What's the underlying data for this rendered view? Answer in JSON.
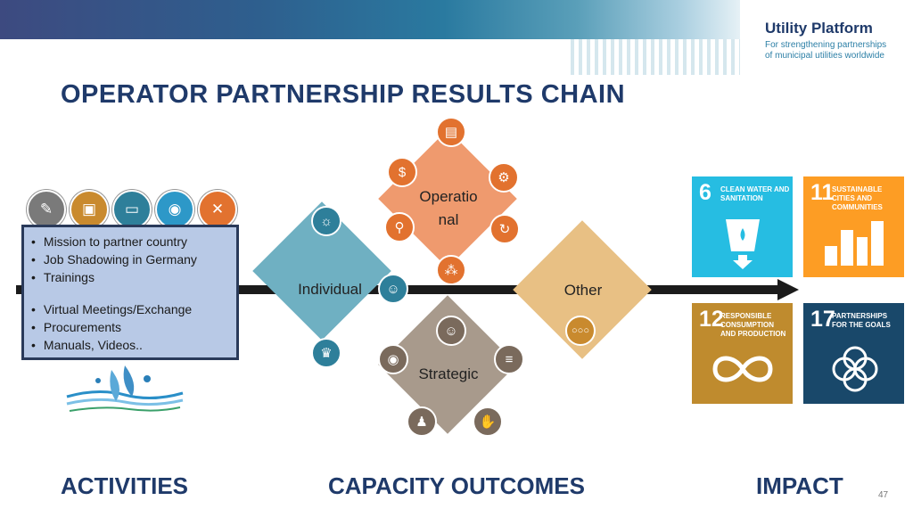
{
  "header": {
    "logo_title": "Utility Platform",
    "logo_sub1": "For strengthening partnerships",
    "logo_sub2": "of municipal utilities worldwide"
  },
  "title": "OPERATOR PARTNERSHIP RESULTS CHAIN",
  "activities": {
    "group1": [
      "Mission to partner country",
      "Job Shadowing in Germany",
      "Trainings"
    ],
    "group2": [
      "Virtual Meetings/Exchange",
      "Procurements",
      "Manuals, Videos.."
    ],
    "icons": [
      "document-icon",
      "briefcase-icon",
      "chat-icon",
      "eye-icon",
      "tools-icon"
    ]
  },
  "outcomes": {
    "individual": "Individual",
    "operational_line1": "Operatio",
    "operational_line2": "nal",
    "strategic": "Strategic",
    "other": "Other"
  },
  "impact": {
    "sdg6": {
      "num": "6",
      "label": "CLEAN WATER AND SANITATION"
    },
    "sdg11": {
      "num": "11",
      "label": "SUSTAINABLE CITIES AND COMMUNITIES"
    },
    "sdg12": {
      "num": "12",
      "label": "RESPONSIBLE CONSUMPTION AND PRODUCTION"
    },
    "sdg17": {
      "num": "17",
      "label": "PARTNERSHIPS FOR THE GOALS"
    }
  },
  "sections": {
    "activities": "ACTIVITIES",
    "capacity": "CAPACITY OUTCOMES",
    "impact": "IMPACT"
  },
  "page_number": "47",
  "colors": {
    "navy": "#1f3a6a",
    "individual": "#6fb0c2",
    "operational": "#ef9a6e",
    "strategic": "#a89a8c",
    "other": "#e8c084",
    "sdg6": "#26bde2",
    "sdg11": "#fd9d24",
    "sdg12": "#bf8b2e",
    "sdg17": "#19486a"
  }
}
